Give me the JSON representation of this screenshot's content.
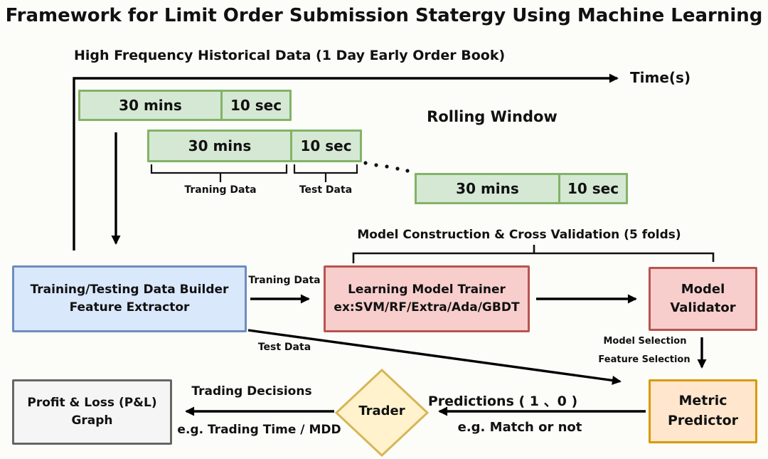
{
  "title": "Framework for Limit Order Submission Statergy Using Machine Learning",
  "timeline": {
    "heading": "High Frequency Historical Data (1 Day Early Order Book)",
    "axis_label": "Time(s)"
  },
  "rolling_window": {
    "caption": "Rolling Window",
    "windows": [
      {
        "train": "30 mins",
        "test": "10 sec"
      },
      {
        "train": "30 mins",
        "test": "10 sec"
      },
      {
        "train": "30 mins",
        "test": "10 sec"
      }
    ],
    "train_brace_label": "Traning Data",
    "test_brace_label": "Test Data"
  },
  "nodes": {
    "data_builder": {
      "line1": "Training/Testing Data Builder",
      "line2": "Feature Extractor"
    },
    "model_trainer": {
      "line1": "Learning Model Trainer",
      "line2": "ex:SVM/RF/Extra/Ada/GBDT"
    },
    "model_validator": {
      "line1": "Model",
      "line2": "Validator"
    },
    "metric_predictor": {
      "line1": "Metric",
      "line2": "Predictor"
    },
    "trader": {
      "label": "Trader"
    },
    "pnl_graph": {
      "line1": "Profit & Loss (P&L)",
      "line2": "Graph"
    }
  },
  "edge_labels": {
    "cross_validation": "Model Construction & Cross Validation (5 folds)",
    "traning_data": "Traning Data",
    "test_data": "Test Data",
    "model_selection": "Model Selection",
    "feature_selection": "Feature Selection",
    "predictions": "Predictions ( 1 、0 )",
    "predictions_example": "e.g. Match or not",
    "trading_decisions": "Trading Decisions",
    "trading_decisions_example": "e.g. Trading Time / MDD"
  },
  "colors": {
    "green_fill": "#d5e8d4",
    "green_stroke": "#82b366",
    "blue_fill": "#dae8fc",
    "blue_stroke": "#6c8ebf",
    "red_fill": "#f8cecc",
    "red_stroke": "#b85450",
    "orange_fill": "#ffe6cc",
    "orange_stroke": "#d79b00",
    "yellow_fill": "#fff2cc",
    "yellow_stroke": "#d6b656",
    "gray_fill": "#f5f5f5",
    "gray_stroke": "#666666",
    "arrow_color": "#000000",
    "background": "#fcfcf9"
  }
}
